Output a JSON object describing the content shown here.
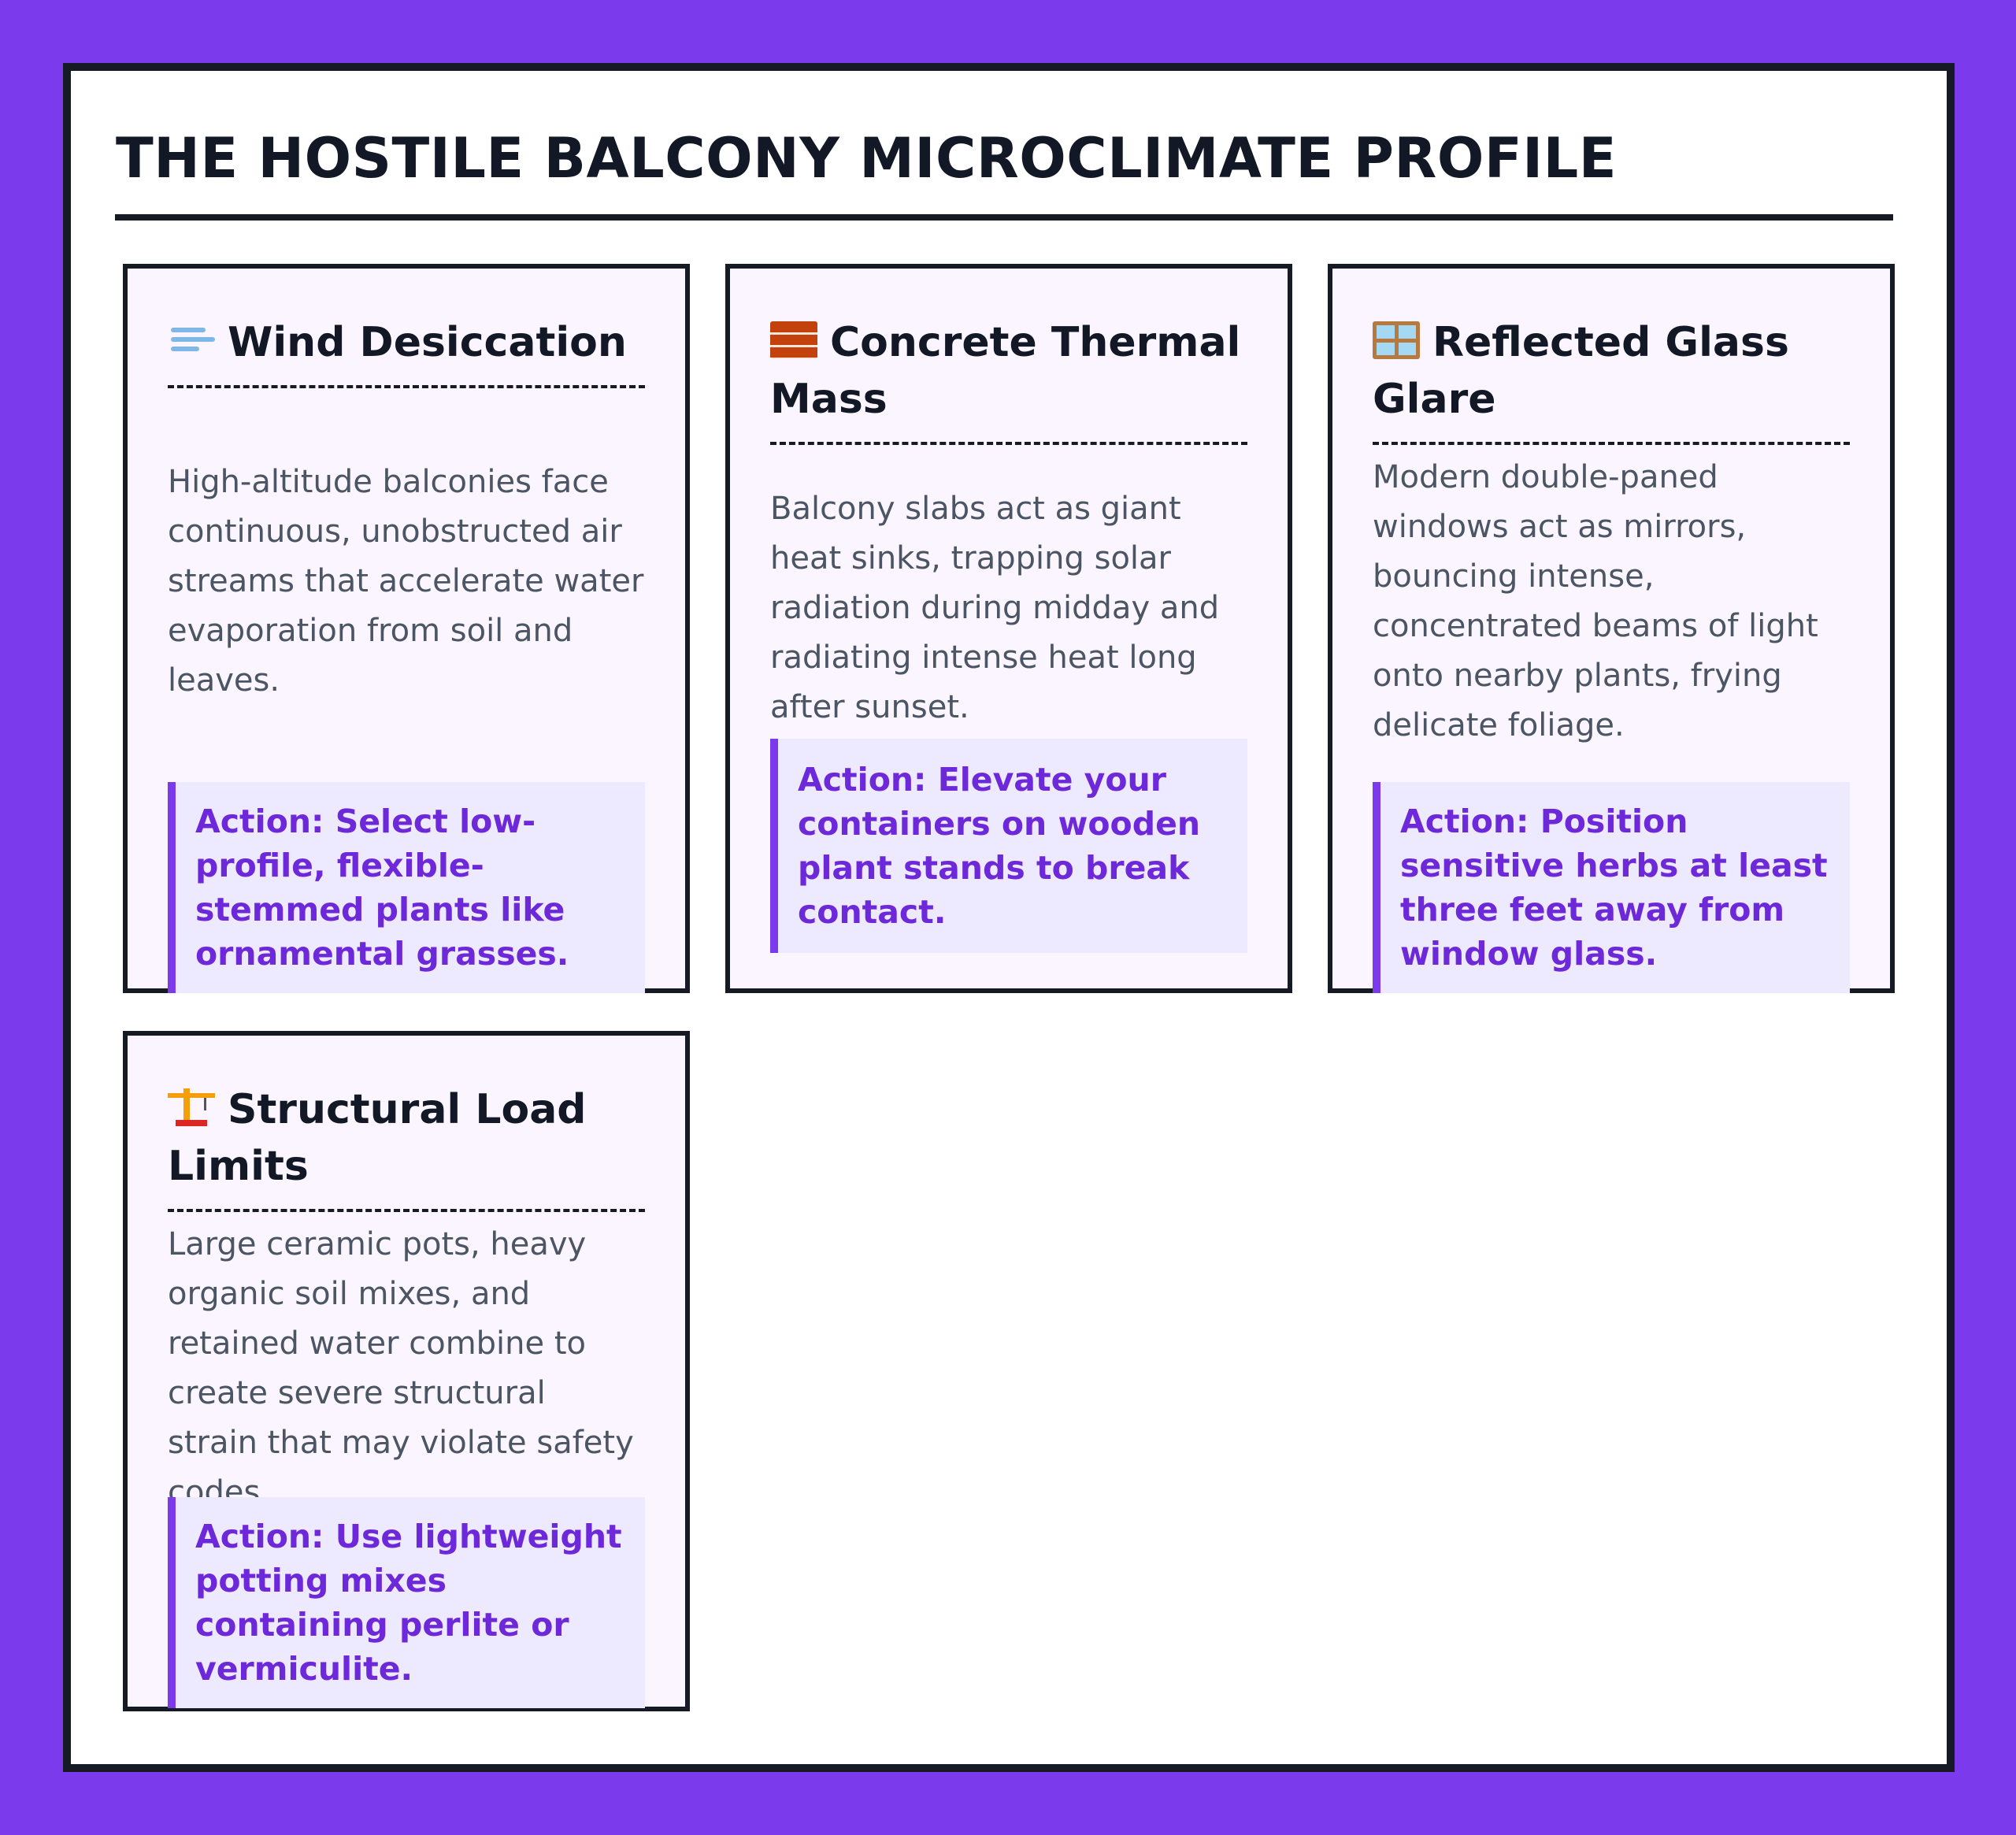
{
  "page": {
    "title": "THE HOSTILE BALCONY MICROCLIMATE PROFILE"
  },
  "cards": [
    {
      "icon": "wind-icon",
      "heading": "Wind Desiccation",
      "body": "High-altitude balconies face continuous, unobstructed air streams that accelerate water evaporation from soil and leaves.",
      "action": "Action: Select low-profile, flexible-stemmed plants like ornamental grasses."
    },
    {
      "icon": "brick-icon",
      "heading": "Concrete Thermal Mass",
      "body": "Balcony slabs act as giant heat sinks, trapping solar radiation during midday and radiating intense heat long after sunset.",
      "action": "Action: Elevate your containers on wooden plant stands to break contact."
    },
    {
      "icon": "window-icon",
      "heading": "Reflected Glass Glare",
      "body": "Modern double-paned windows act as mirrors, bouncing intense, concentrated beams of light onto nearby plants, frying delicate foliage.",
      "action": "Action: Position sensitive herbs at least three feet away from window glass."
    },
    {
      "icon": "crane-icon",
      "heading": "Structural Load Limits",
      "body": "Large ceramic pots, heavy organic soil mixes, and retained water combine to create severe structural strain that may violate safety codes.",
      "action": "Action: Use lightweight potting mixes containing perlite or vermiculite."
    }
  ],
  "colors": {
    "background": "#7c3aed",
    "card_fill": "#faf5ff",
    "action_fill": "#ede9fe",
    "action_text": "#6d28d9",
    "ink": "#121826"
  }
}
